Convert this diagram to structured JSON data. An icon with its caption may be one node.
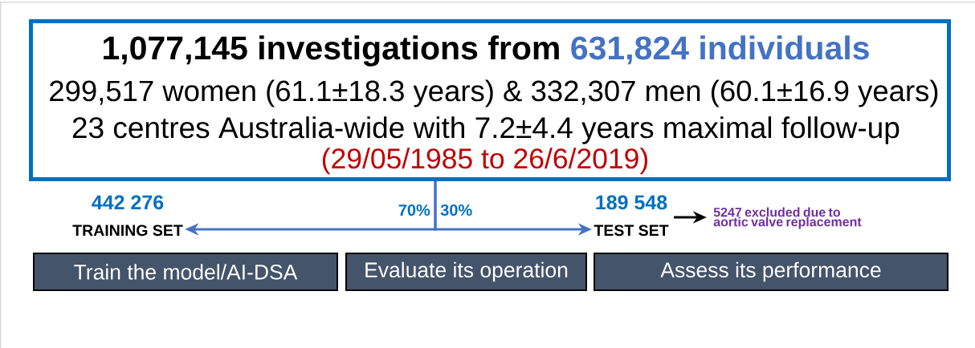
{
  "diagram": {
    "nodes": [
      {
        "text": [
          "1,077,145 investigations from",
          "631,824 individuals",
          "299,517 women (61.1±18.3 years) & 332,307 men (60.1±16.9 years)",
          "23 centres Australia-wide with 7.2±4.4 years maximal follow-up",
          "(29/05/1985 to 26/6/2019)"
        ]
      },
      {
        "text": [
          "442 276",
          "TRAINING SET"
        ]
      },
      {
        "text": [
          "189 548",
          "TEST SET"
        ]
      },
      {
        "text": [
          "5247 excluded due to aortic valve replacement"
        ]
      },
      {
        "text": [
          "Train the model/AI-DSA"
        ]
      },
      {
        "text": [
          "Evaluate its operation"
        ]
      },
      {
        "text": [
          "Assess its performance"
        ]
      }
    ],
    "edges": [
      {
        "from": 0,
        "to": 1,
        "arrow": "to",
        "label": "70%"
      },
      {
        "from": 0,
        "to": 2,
        "arrow": "to",
        "label": "30%"
      },
      {
        "from": 2,
        "to": 3,
        "arrow": "to",
        "color": "#000000"
      }
    ]
  }
}
